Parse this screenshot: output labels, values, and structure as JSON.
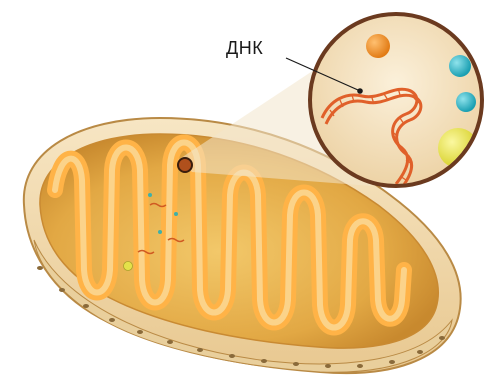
{
  "labels": {
    "dna": "ДНК"
  },
  "colors": {
    "membrane_outer": "#d9a441",
    "matrix": "#e8b04a",
    "cristae": "#ffb347",
    "cristae_core": "#f6c66b",
    "dna_strand": "#e0602a",
    "zoom_fill": "#f3e2c2",
    "zoom_border": "#6b3a1f",
    "particle_orange": "#f08a24",
    "particle_teal": "#2bb3c4",
    "particle_yellow": "#e9e54a"
  },
  "icons": [
    "mitochondrion-illustration",
    "dna-strand",
    "magnifier-circle"
  ]
}
